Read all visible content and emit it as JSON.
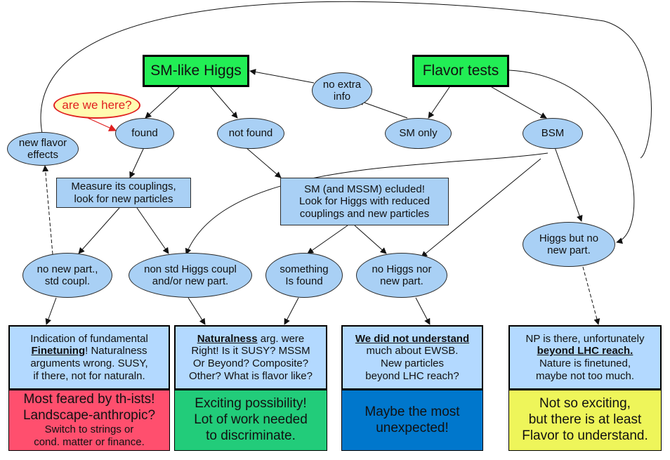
{
  "top": {
    "sm_like_higgs": "SM-like Higgs",
    "flavor_tests": "Flavor tests"
  },
  "ellipses": {
    "no_extra_info": [
      "no extra",
      "info"
    ],
    "found": "found",
    "not_found": "not found",
    "sm_only": "SM only",
    "bsm": "BSM",
    "new_flavor_effects": [
      "new flavor",
      "effects"
    ],
    "are_we_here": "are we here?",
    "no_new_part": [
      "no new part.,",
      "std coupl."
    ],
    "non_std_higgs": [
      "non std Higgs coupl",
      "and/or new part."
    ],
    "something_found": [
      "something",
      "Is found"
    ],
    "no_higgs_nor": [
      "no Higgs nor",
      "new part."
    ],
    "higgs_but_no": [
      "Higgs but no",
      "new part."
    ]
  },
  "boxes": {
    "measure": [
      "Measure its couplings,",
      "look for new particles"
    ],
    "sm_excluded": [
      "SM (and MSSM) ecluded!",
      "Look for Higgs with reduced",
      "couplings and new particles"
    ]
  },
  "conclusions": {
    "c1": {
      "l1": "Indication of fundamental",
      "l2_em": "Finetuning",
      "l2_rest": "! Naturalness",
      "l3": "arguments wrong. SUSY,",
      "l4": "if there, not for naturaln."
    },
    "c2": {
      "l1_em": "Naturalness",
      "l1_rest": " arg. were",
      "l2": "Right! Is it SUSY? MSSM",
      "l3": "Or Beyond? Composite?",
      "l4": "Other? What is flavor like?"
    },
    "c3": {
      "l1_em": "We did not understand",
      "l2": "much about EWSB.",
      "l3": "New particles",
      "l4": "beyond LHC reach?"
    },
    "c4": {
      "l1": "NP is there, unfortunately",
      "l2_em": "beyond LHC reach.",
      "l3": "Nature is finetuned,",
      "l4": "maybe not too much."
    }
  },
  "verdicts": {
    "v1": {
      "lines": [
        "Most feared by th-ists!",
        "Landscape-anthropic?"
      ],
      "small": [
        "Switch to strings or",
        "cond. matter or finance."
      ]
    },
    "v2": {
      "lines": [
        "Exciting possibility!",
        "Lot of work needed",
        "to discriminate."
      ]
    },
    "v3": {
      "lines": [
        "Maybe the most",
        "unexpected!"
      ]
    },
    "v4": {
      "lines": [
        "Not so exciting,",
        "but there is at least",
        "Flavor to understand."
      ]
    }
  },
  "colors": {
    "ellipse_fill": "#a9d0f5",
    "top_fill": "#22ee55",
    "verdict_red": "#ff4f6e",
    "verdict_green": "#22cc7a",
    "verdict_blue": "#0077cc",
    "verdict_yellow": "#eef55a",
    "annotation": "#e02020"
  }
}
